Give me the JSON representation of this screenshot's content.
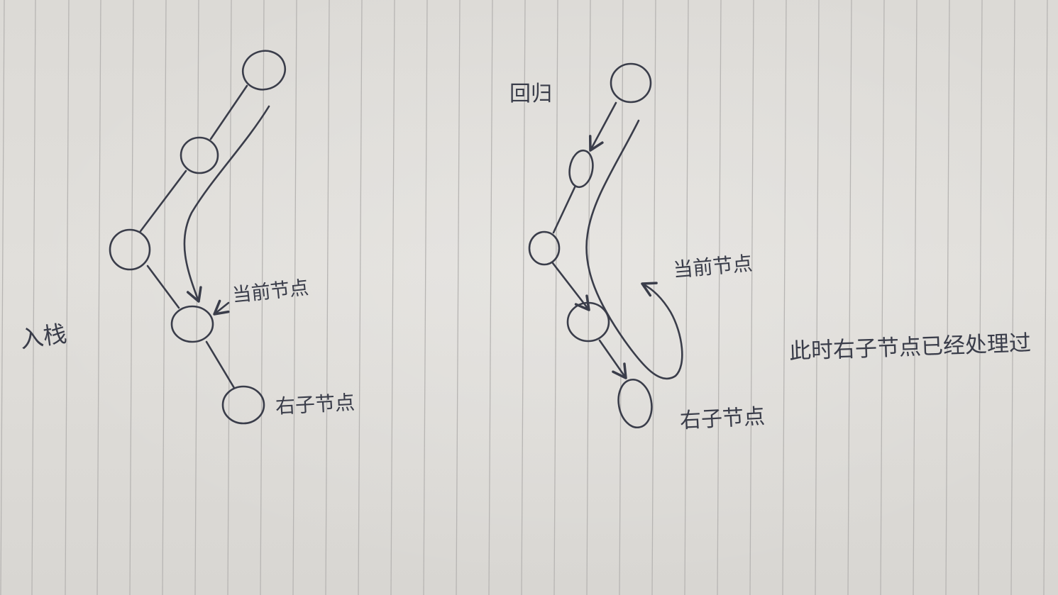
{
  "colors": {
    "paper": "#dcdad6",
    "ruling": "#b7b5b3",
    "ink": "#3a3d4a"
  },
  "left_diagram": {
    "side_label": "入栈",
    "current_node_label": "当前节点",
    "right_child_label": "右子节点"
  },
  "right_diagram": {
    "top_label": "回归",
    "current_node_label": "当前节点",
    "right_child_label": "右子节点",
    "note": "此时右子节点已经处理过"
  }
}
